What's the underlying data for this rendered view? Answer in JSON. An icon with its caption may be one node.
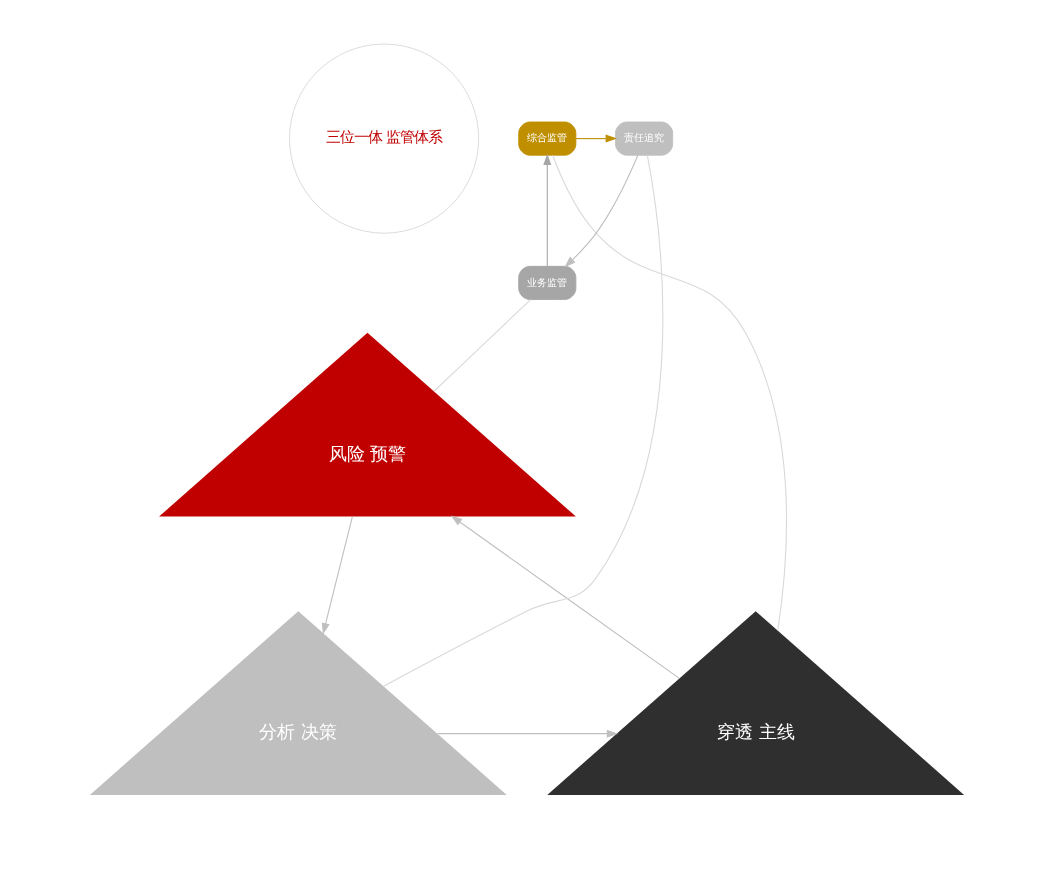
{
  "diagram": {
    "nodes": [
      {
        "text": [
          "风险 预警"
        ]
      },
      {
        "text": [
          "分析 决策"
        ]
      },
      {
        "text": [
          "穿透 主线"
        ]
      },
      {
        "text": [
          "三位一体 监管体系"
        ]
      },
      {
        "text": [
          "业务监管"
        ]
      },
      {
        "text": [
          "综合监管"
        ]
      },
      {
        "text": [
          "责任追究"
        ]
      }
    ],
    "edges": [
      {
        "from": 0,
        "to": 1,
        "arrow": "to",
        "color": "#bfbfbf"
      },
      {
        "from": 1,
        "to": 2,
        "arrow": "to",
        "color": "#bfbfbf"
      },
      {
        "from": 2,
        "to": 0,
        "arrow": "to",
        "color": "#bfbfbf"
      },
      {
        "from": 4,
        "to": 5,
        "arrow": "to",
        "color": "#a6a6a6"
      },
      {
        "from": 5,
        "to": 6,
        "arrow": "to",
        "color": "#bf8f00"
      },
      {
        "from": 6,
        "to": 4,
        "arrow": "to",
        "color": "#bfbfbf"
      },
      {
        "from": 4,
        "to": 0,
        "arrow": "none",
        "color": "#d9d9d9"
      },
      {
        "from": 5,
        "to": 2,
        "arrow": "none",
        "color": "#d9d9d9"
      },
      {
        "from": 6,
        "to": 1,
        "arrow": "none",
        "color": "#d9d9d9"
      }
    ]
  }
}
